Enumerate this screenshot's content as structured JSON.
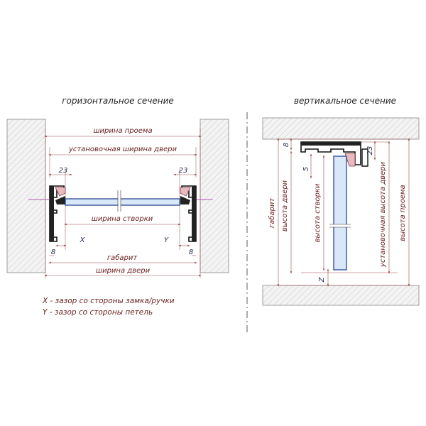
{
  "titles": {
    "horizontal": "горизонтальное сечение",
    "vertical": "вертикальное сечение"
  },
  "horizontal": {
    "opening_width": "ширина проема",
    "install_width": "установочная ширина двери",
    "leaf_width": "ширина створки",
    "overall": "габарит",
    "door_width": "ширина двери",
    "dim_left_23": "23",
    "dim_right_23": "23",
    "dim_left_8": "8",
    "dim_right_8": "8",
    "gap_x": "X",
    "gap_y": "Y"
  },
  "vertical": {
    "overall": "габарит",
    "door_height": "высота двери",
    "leaf_height": "высота створки",
    "install_height": "установочная высота двери",
    "opening_height": "высота проема",
    "dim_8": "8",
    "dim_5": "5",
    "dim_23": "23",
    "gap_z": "Z"
  },
  "legend": {
    "x_line": "X - зазор со стороны замка/ручки",
    "y_line": "Y - зазор со стороны петель"
  }
}
